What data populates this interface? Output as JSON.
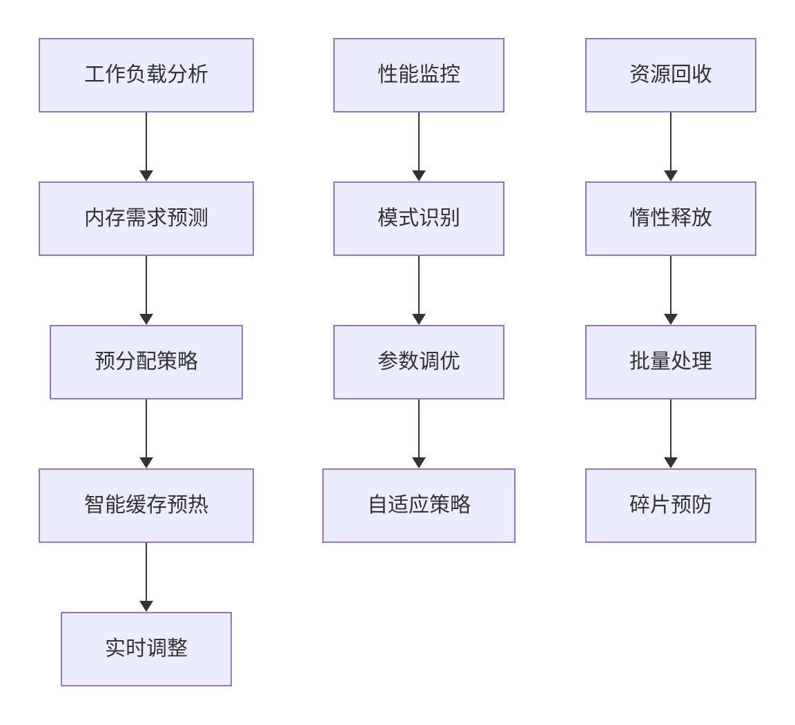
{
  "theme": {
    "node-fill": "#ECECFF",
    "node-border": "#9370DB",
    "node-text": "#333333",
    "arrow-color": "#333333",
    "bg": "#ffffff"
  },
  "diagram": {
    "type": "flowchart",
    "direction": "top-down",
    "columns": 3
  },
  "nodes": [
    {
      "id": "n1",
      "column": 1,
      "row": 1,
      "label": "工作负载分析"
    },
    {
      "id": "n2",
      "column": 1,
      "row": 2,
      "label": "内存需求预测"
    },
    {
      "id": "n3",
      "column": 1,
      "row": 3,
      "label": "预分配策略"
    },
    {
      "id": "n4",
      "column": 1,
      "row": 4,
      "label": "智能缓存预热"
    },
    {
      "id": "n5",
      "column": 1,
      "row": 5,
      "label": "实时调整"
    },
    {
      "id": "n6",
      "column": 2,
      "row": 1,
      "label": "性能监控"
    },
    {
      "id": "n7",
      "column": 2,
      "row": 2,
      "label": "模式识别"
    },
    {
      "id": "n8",
      "column": 2,
      "row": 3,
      "label": "参数调优"
    },
    {
      "id": "n9",
      "column": 2,
      "row": 4,
      "label": "自适应策略"
    },
    {
      "id": "n10",
      "column": 3,
      "row": 1,
      "label": "资源回收"
    },
    {
      "id": "n11",
      "column": 3,
      "row": 2,
      "label": "惰性释放"
    },
    {
      "id": "n12",
      "column": 3,
      "row": 3,
      "label": "批量处理"
    },
    {
      "id": "n13",
      "column": 3,
      "row": 4,
      "label": "碎片预防"
    }
  ],
  "edges": [
    {
      "from": "n1",
      "to": "n2"
    },
    {
      "from": "n2",
      "to": "n3"
    },
    {
      "from": "n3",
      "to": "n4"
    },
    {
      "from": "n4",
      "to": "n5"
    },
    {
      "from": "n6",
      "to": "n7"
    },
    {
      "from": "n7",
      "to": "n8"
    },
    {
      "from": "n8",
      "to": "n9"
    },
    {
      "from": "n10",
      "to": "n11"
    },
    {
      "from": "n11",
      "to": "n12"
    },
    {
      "from": "n12",
      "to": "n13"
    }
  ]
}
